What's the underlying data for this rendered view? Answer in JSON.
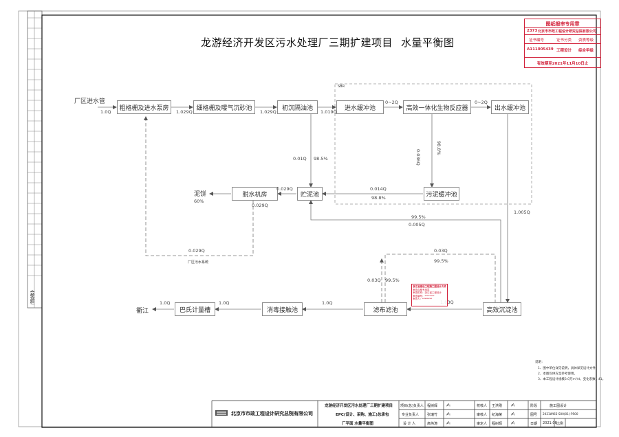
{
  "title": "龙游经济开发区污水处理厂三期扩建项目",
  "subtitle": "水量平衡图",
  "stamp": {
    "heading": "图纸报审专用章",
    "cert_no": "2373",
    "company": "北京市市政工程设计研究总院有限公司",
    "row_headers": [
      "证书编号",
      "证书分类",
      "资质等级"
    ],
    "row_values": [
      "A111005439",
      "工程设计",
      "综合甲级"
    ],
    "validity": "有效期至2021年11月10日止"
  },
  "side_label": "会签栏",
  "flows": {
    "inlet_pipe": "厂区进水管",
    "boxes": {
      "coarse_screen": "粗格栅及进水泵房",
      "fine_screen": "细格栅及曝气沉砂池",
      "primary_settling": "初沉隔油池",
      "inlet_buffer": "进水缓冲池",
      "bioreactor": "高效一体化生物反应器",
      "outlet_buffer": "出水缓冲池",
      "sludge_buffer": "污泥缓冲池",
      "sludge_tank": "贮泥池",
      "dewatering": "脱水机房",
      "hi_eff_settle": "高效沉淀池",
      "cloth_filter": "滤布滤池",
      "disinfection": "消毒接触池",
      "parshall": "巴氏计量槽"
    },
    "sbr_label": "SBR",
    "sludge_cake": "泥饼",
    "sludge_cake_pct": "60%",
    "plant_drain": "厂区污水系统",
    "outfall": "衢江",
    "labels": {
      "q_inlet": "1.0Q",
      "q_after_coarse": "1.029Q",
      "q_after_fine": "1.029Q",
      "q_after_primary": "1.019Q",
      "q_buffer_bio": "0~2Q",
      "q_bio_out": "0~2Q",
      "q_primary_sludge": "0.01Q",
      "pct_primary_sludge": "98.5%",
      "q_bio_sludge": "0.036Q",
      "pct_bio_sludge": "98.8%",
      "q_sludge_to_tank": "0.014Q",
      "pct_sludge_to_tank": "98.8%",
      "q_dewater_in": "0.029Q",
      "q_dewater_return": "0.029Q",
      "q_drain_return": "0.029Q",
      "q_outlet_to_settle": "1.005Q",
      "pct_settle_sludge": "99.5%",
      "q_settle_sludge": "0.005Q",
      "q_filter_backwash": "0.03Q",
      "pct_filter_backwash": "99.5%",
      "q_filter_left": "0.03Q",
      "pct_filter_left": "99.5%",
      "q_settle_to_filter": "1.03Q",
      "q_filter_to_disinf": "1.0Q",
      "q_disinf_to_parshall": "1.0Q",
      "q_to_river": "1.0Q"
    }
  },
  "notes": {
    "heading": "说明：",
    "lines": [
      "1、图中单位详见说明，具体详见设计文件。",
      "2、本图仅供方案参考使用。",
      "3、本工程设计规模3.0万m³/d，变化系数1.41。"
    ]
  },
  "mini_stamp": {
    "lines": [
      "浙江省建设工程施工图设计文件",
      "审查合格专用章",
      "审查机构：浙江省工程设计",
      "审查编号：********",
      "审查人：********"
    ]
  },
  "title_block": {
    "company": "北京市市政工程设计研究总院有限公司",
    "project_line1": "龙游经济开发区污水处理厂三期扩建项目",
    "project_line2": "EPC(设计、采购、施工)总承包",
    "project_line3": "厂平面  水量平衡图",
    "r1": [
      "项目(总)负责人",
      "程树辉",
      "",
      "校核人",
      "王洪刚",
      "",
      "阶段",
      "施工图设计"
    ],
    "r2": [
      "专业负责人",
      "张瑞竹",
      "",
      "审核人",
      "纪海荣",
      "",
      "图号",
      "2021WI65-S00(01)-P500"
    ],
    "r3": [
      "设 计 人",
      "高伟涛",
      "",
      "审定人",
      "程树辉",
      "",
      "日期",
      "2021.06",
      "比例",
      ""
    ]
  }
}
